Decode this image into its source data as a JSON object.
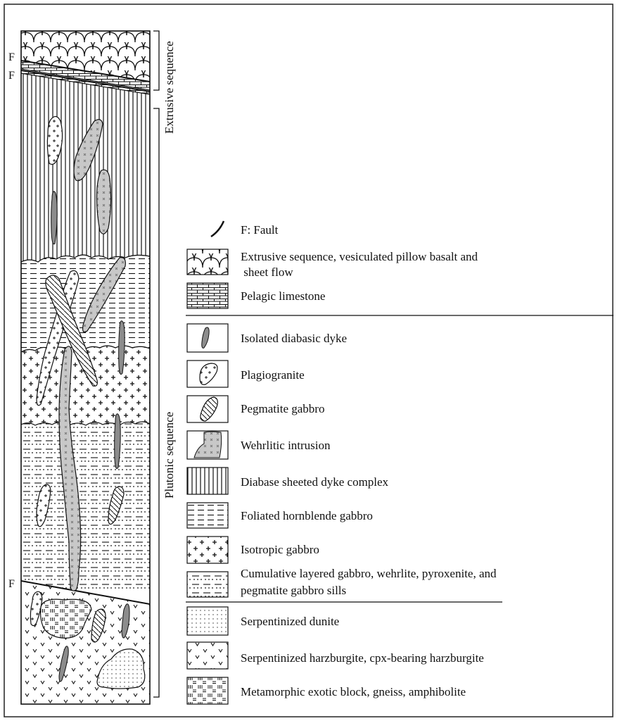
{
  "fault_marker": "F",
  "brackets": {
    "extrusive": "Extrusive sequence",
    "plutonic": "Plutonic sequence"
  },
  "legend": [
    {
      "id": "fault",
      "text": "F: Fault"
    },
    {
      "id": "pillow",
      "text": "Extrusive sequence, vesiculated pillow basalt and",
      "text2": " sheet flow"
    },
    {
      "id": "limestone",
      "text": "Pelagic limestone"
    },
    {
      "id": "dyke",
      "text": "Isolated diabasic dyke"
    },
    {
      "id": "plagiogranite",
      "text": "Plagiogranite"
    },
    {
      "id": "pegmatite",
      "text": "Pegmatite gabbro"
    },
    {
      "id": "wehrlite",
      "text": "Wehrlitic intrusion"
    },
    {
      "id": "sheeted",
      "text": "Diabase sheeted dyke complex"
    },
    {
      "id": "foliated",
      "text": "Foliated hornblende gabbro"
    },
    {
      "id": "isotropic",
      "text": "Isotropic gabbro"
    },
    {
      "id": "cumulate",
      "text": "Cumulative layered gabbro, wehrlite, pyroxenite, and",
      "text2": "pegmatite gabbro sills"
    },
    {
      "id": "dunite",
      "text": "Serpentinized dunite"
    },
    {
      "id": "harzburgite",
      "text": "Serpentinized harzburgite, cpx-bearing harzburgite"
    },
    {
      "id": "metamorphic",
      "text": "Metamorphic exotic block, gneiss, amphibolite"
    }
  ]
}
